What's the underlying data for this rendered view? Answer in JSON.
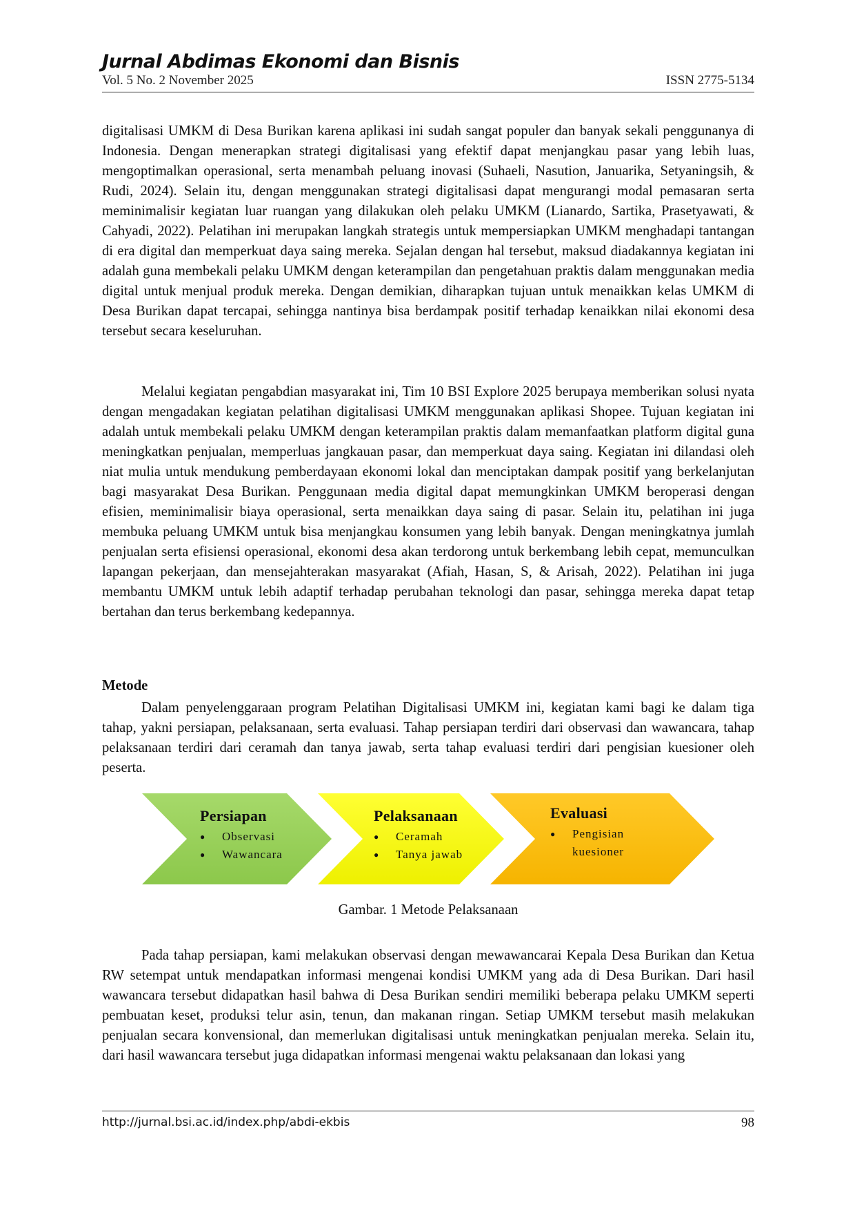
{
  "header": {
    "journal_title": "Jurnal Abdimas Ekonomi dan Bisnis",
    "volume": "Vol. 5 No. 2 November 2025",
    "issn": "ISSN 2775-5134"
  },
  "body": {
    "para_1": "digitalisasi UMKM di Desa Burikan karena aplikasi ini sudah sangat populer dan banyak sekali penggunanya di Indonesia. Dengan menerapkan strategi digitalisasi yang efektif dapat menjangkau pasar yang lebih luas, mengoptimalkan operasional, serta menambah peluang inovasi (Suhaeli, Nasution, Januarika, Setyaningsih, & Rudi, 2024). Selain itu, dengan menggunakan strategi digitalisasi dapat mengurangi modal pemasaran serta meminimalisir kegiatan luar ruangan yang dilakukan oleh pelaku UMKM (Lianardo, Sartika, Prasetyawati, & Cahyadi, 2022).  Pelatihan ini merupakan langkah strategis untuk mempersiapkan UMKM menghadapi tantangan di era digital dan memperkuat daya saing mereka. Sejalan dengan hal tersebut, maksud diadakannya kegiatan ini adalah guna membekali pelaku UMKM dengan keterampilan dan pengetahuan praktis dalam menggunakan media digital untuk menjual produk mereka. Dengan demikian, diharapkan tujuan untuk menaikkan kelas UMKM di Desa Burikan dapat tercapai, sehingga nantinya bisa berdampak positif terhadap kenaikkan nilai ekonomi desa tersebut secara keseluruhan.",
    "para_2": "Melalui kegiatan pengabdian masyarakat ini, Tim 10 BSI Explore 2025 berupaya memberikan solusi nyata dengan mengadakan kegiatan pelatihan digitalisasi UMKM menggunakan aplikasi Shopee. Tujuan kegiatan ini adalah untuk membekali pelaku UMKM dengan keterampilan praktis dalam memanfaatkan platform digital guna meningkatkan penjualan, memperluas jangkauan pasar, dan memperkuat daya saing. Kegiatan ini dilandasi oleh niat mulia untuk mendukung pemberdayaan ekonomi lokal dan menciptakan dampak positif yang berkelanjutan bagi masyarakat Desa Burikan. Penggunaan media digital dapat memungkinkan UMKM beroperasi dengan efisien, meminimalisir biaya operasional, serta menaikkan daya saing di pasar. Selain itu, pelatihan ini juga membuka peluang UMKM untuk bisa menjangkau konsumen yang lebih banyak. Dengan meningkatnya jumlah penjualan serta efisiensi operasional, ekonomi desa akan terdorong untuk berkembang lebih cepat, memunculkan lapangan pekerjaan, dan mensejahterakan masyarakat (Afiah, Hasan, S, & Arisah, 2022). Pelatihan ini juga membantu UMKM untuk lebih adaptif terhadap perubahan teknologi dan pasar, sehingga mereka dapat tetap bertahan dan terus berkembang kedepannya.",
    "section_heading": "Metode",
    "para_3": "Dalam penyelenggaraan program Pelatihan Digitalisasi UMKM ini, kegiatan kami bagi ke dalam tiga tahap, yakni persiapan, pelaksanaan, serta evaluasi. Tahap persiapan terdiri dari observasi dan wawancara, tahap pelaksanaan terdiri dari ceramah dan tanya jawab, serta tahap evaluasi terdiri dari pengisian kuesioner oleh peserta.",
    "para_4": "Pada tahap persiapan, kami melakukan observasi dengan mewawancarai Kepala Desa Burikan dan Ketua RW setempat untuk mendapatkan informasi mengenai kondisi UMKM yang ada di Desa Burikan. Dari hasil wawancara tersebut didapatkan hasil bahwa di Desa Burikan sendiri memiliki beberapa pelaku UMKM seperti pembuatan keset, produksi telur asin, tenun, dan makanan ringan. Setiap UMKM tersebut masih melakukan penjualan secara konvensional, dan memerlukan digitalisasi untuk meningkatkan penjualan mereka. Selain itu, dari hasil wawancara tersebut juga didapatkan informasi mengenai waktu pelaksanaan dan lokasi yang"
  },
  "figure": {
    "stages": [
      {
        "title": "Persiapan",
        "items": [
          "Observasi",
          "Wawancara"
        ],
        "color": "#92d050"
      },
      {
        "title": "Pelaksanaan",
        "items": [
          "Ceramah",
          "Tanya jawab"
        ],
        "color": "#ffff00"
      },
      {
        "title": "Evaluasi",
        "items": [
          "Pengisian kuesioner"
        ],
        "color": "#ffc000"
      }
    ],
    "caption": "Gambar. 1 Metode Pelaksanaan"
  },
  "footer": {
    "url": "http://jurnal.bsi.ac.id/index.php/abdi-ekbis",
    "page_number": "98"
  }
}
